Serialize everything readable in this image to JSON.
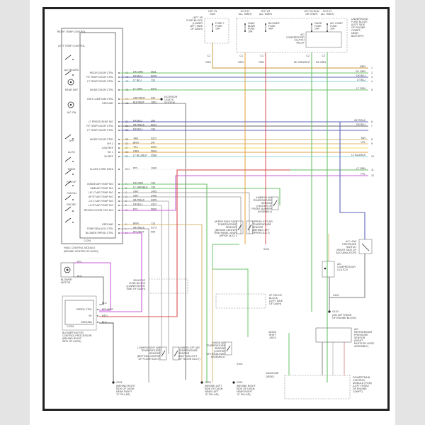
{
  "diagram": {
    "title": "HVAC Wiring Diagram",
    "hvac_module": {
      "label": [
        "HVAC CONTROL MODULE",
        "(BEHIND CENTER OF DASH)"
      ],
      "connector": "C1001",
      "controls": [
        "RIGHT TEMP CONTROL",
        "LEFT TEMP CONTROL",
        "A/C RECIRC",
        "REAR DEF",
        "A/C ON",
        "OFF",
        "AUTO",
        "MODE",
        "FAN UP",
        "FAN DN",
        "RECIRC"
      ],
      "pins_top": [
        {
          "name": "RECIR DOOR CTRL",
          "pin": "A1",
          "wire": "DK GRN",
          "circuit": "5611"
        },
        {
          "name": "RT TEMP DOOR CTRL",
          "pin": "A2",
          "wire": "DK BLU",
          "circuit": "5240"
        },
        {
          "name": "LT TEMP DOOR CTRL",
          "pin": "A3",
          "wire": "LT BLU",
          "circuit": "733"
        },
        {
          "name": "MODE DOOR CTRL",
          "pin": "A5",
          "wire": "LT GRN",
          "circuit": "5370"
        },
        {
          "name": "INST LAMP DIM CTRL",
          "pin": "A7",
          "wire": "GRY/WHT",
          "circuit": "230"
        },
        {
          "name": "GROUND",
          "pin": "A8",
          "wire": "BLK/WHT",
          "circuit": "1851"
        },
        {
          "name": "LT PRESS SENS SIG",
          "pin": "B1",
          "wire": "DK BLU",
          "circuit": "396"
        },
        {
          "name": "RT TEMP DOOR CTRL",
          "pin": "B2",
          "wire": "WHT/BLK",
          "circuit": "5241"
        },
        {
          "name": "LT TEMP DOOR CTRL",
          "pin": "B3",
          "wire": "DK BLU",
          "circuit": "734"
        },
        {
          "name": "MODE DOOR CTRL",
          "pin": "B5",
          "wire": "TAN",
          "circuit": "5372"
        },
        {
          "name": "VHI 2",
          "pin": "B6",
          "wire": "BRN",
          "circuit": "347"
        },
        {
          "name": "LOW REF",
          "pin": "B7",
          "wire": "YEL",
          "circuit": "5393"
        },
        {
          "name": "SH 1",
          "pin": "B8",
          "wire": "ORG",
          "circuit": "5649"
        },
        {
          "name": "5V REF",
          "pin": "B9",
          "wire": "LT BLU/BLK",
          "circuit": "5568"
        },
        {
          "name": "CLASS 2 SER DATA",
          "pin": "B11",
          "wire": "PPL",
          "circuit": "1049"
        }
      ],
      "pins_bottom": [
        {
          "name": "INSIDE AIR TEMP SIG",
          "pin": "A",
          "wire": "DK GRN",
          "circuit": "734"
        },
        {
          "name": "AMB AIR TEMP SIG",
          "pin": "B",
          "wire": "LT GRN/BLK",
          "circuit": "735"
        },
        {
          "name": "UP LT AIR TEMP SIG",
          "pin": "C",
          "wire": "GRY",
          "circuit": "2495"
        },
        {
          "name": "UP RT AIR TEMP SIG",
          "pin": "D",
          "wire": "GRY",
          "circuit": "2496"
        },
        {
          "name": "LO LT AIR TEMP SIG",
          "pin": "E",
          "wire": "WHT/BLK",
          "circuit": "2325"
        },
        {
          "name": "LO RT AIR TEMP SIG",
          "pin": "F",
          "wire": "DK BLU",
          "circuit": "2327"
        },
        {
          "name": "RECIRC DOOR POS SIG",
          "pin": "G",
          "wire": "PPL",
          "circuit": "5690"
        },
        {
          "name": "GROUND",
          "pin": "K",
          "wire": "BRN",
          "circuit": "719"
        },
        {
          "name": "TEMP SEN AGG CTRL",
          "pin": "L",
          "wire": "WHT/BLK",
          "circuit": "5173"
        },
        {
          "name": "BLOWER SPEED CTRL",
          "pin": "M",
          "wire": "PPL/WHT",
          "circuit": "595"
        }
      ]
    },
    "top_fuses": [
      {
        "hot": [
          "HOT IN",
          "RUN"
        ],
        "fuse": [
          "FUSE 7",
          "FUSE",
          "10A"
        ],
        "block": [
          "LEFT I/P",
          "FUSE BLOCK",
          "(LOWER",
          "LEFT SIDE",
          "OF DASH)"
        ],
        "pin": "C2",
        "wire": "ORG"
      },
      {
        "hot": [
          "HOT AT",
          "ALL TIMES"
        ],
        "fuse": [
          "HVAC",
          "BLWR",
          "FUSE",
          "10A"
        ],
        "pin": "C1",
        "wire": "ORG"
      },
      {
        "hot": [
          "HOT AT",
          "ALL TIMES"
        ],
        "fuse": [
          "BLOWER",
          "FUSE",
          "40A"
        ],
        "pin": "C1",
        "wire": "RED"
      },
      {
        "hot": [
          "HOT IN RUN",
          "OR START"
        ],
        "fuse": [
          "GAGE",
          "FUSE",
          "10A"
        ],
        "relay": [
          "A/C",
          "COMPRESSOR",
          "CLUTCH",
          "RELAY"
        ],
        "pin": "C2",
        "wire": "DK GRN/WHT"
      },
      {
        "hot": [
          "HOT AT",
          "ALL TIMES"
        ],
        "fuse": [
          "A/C COMP",
          "FUSE",
          "10A"
        ],
        "pin": "C2",
        "wire": "DK GRN"
      }
    ],
    "underhood_block": [
      "UNDERHOOD",
      "FUSE BLOCK",
      "(LEFT SIDE",
      "OF ENGINE",
      "COMPT,",
      "NEAR",
      "BATTERY)"
    ],
    "exterior_lights": [
      "EXTERIOR",
      "LIGHTS",
      "SYSTEM"
    ],
    "right_edge_wires": [
      {
        "label": "BRN",
        "num": "1"
      },
      {
        "label": "DK GRN",
        "num": "2"
      },
      {
        "label": "DK BLU",
        "num": "3"
      },
      {
        "label": "LT BLU",
        "num": "4"
      },
      {
        "label": "LT GRN",
        "num": "5"
      },
      {
        "label": "WHT/BLK",
        "num": "6"
      },
      {
        "label": "DK BLU",
        "num": "7"
      },
      {
        "label": "TAN",
        "num": "8"
      },
      {
        "label": "YEL",
        "num": "9"
      },
      {
        "label": "LT BLU/BLK",
        "num": "10"
      },
      {
        "label": "LT GRN",
        "num": "11"
      },
      {
        "label": "PPL",
        "num": "12"
      }
    ],
    "blower_motor": {
      "label": [
        "BLOWER",
        "MOTOR"
      ],
      "wire_a": "PPL",
      "wire_b": "BLK"
    },
    "blower_control": {
      "label": [
        "BLOWER MOTOR",
        "CONTROL PROCESSOR",
        "(BEHIND RIGHT",
        "SIDE OF DASH)"
      ],
      "connector": "C1001",
      "pins": [
        "SPEED CTRL",
        "B+",
        "GROUND"
      ],
      "wires": [
        "BLK",
        "PPL/WHT",
        "RED",
        "BLK"
      ]
    },
    "right_ip_block": [
      "RIGHT I/P",
      "FUSE BLOCK",
      "(LOWER RIGHT",
      "SIDE OF DASH)"
    ],
    "ip_splice": [
      "I/P SPLICE",
      "BLOCK",
      "(LEFT SIDE",
      "OF DASH)"
    ],
    "sensors": [
      {
        "label": [
          "AMBIENT AIR",
          "TEMPERATURE",
          "SENSOR",
          "(CENTER OF",
          "FRONT BUMPER",
          "ASSEMBLY)"
        ]
      },
      {
        "label": [
          "UPPER RIGHT AIR",
          "TEMPERATURE",
          "SENSOR",
          "(BEHIND CENTER",
          "TRIM PANEL NEAR",
          "UPPER DUCT)"
        ]
      },
      {
        "label": [
          "UPPER LEFT AIR",
          "TEMPERATURE",
          "SENSOR",
          "(BEHIND LEFT",
          "UPPER DUCT)"
        ]
      },
      {
        "label": [
          "LOWER RIGHT AIR",
          "TEMPERATURE",
          "SENSOR",
          "(BOTTOM CENTER",
          "OF FLOOR DUCT)"
        ]
      },
      {
        "label": [
          "LOWER LEFT AIR",
          "TEMPERATURE",
          "SENSOR",
          "(BOTTOM LEFT",
          "OF FLOOR DUCT)"
        ]
      },
      {
        "label": [
          "INSIDE AIR",
          "TEMPERATURE",
          "SENSOR",
          "(CENTER",
          "OF HEADLINER",
          "ASSEMBLY)"
        ]
      }
    ],
    "ac_pressure_switch": [
      "A/C LOW",
      "PRESSURE",
      "SWITCH",
      "(RIGHT SIDE OF",
      "ACCUMULATOR)"
    ],
    "ac_clutch": [
      "A/C",
      "COMPRESSOR",
      "CLUTCH"
    ],
    "ac_refrig_sensor": [
      "A/C",
      "REFRIGERANT",
      "PRESSURE",
      "SENSOR",
      "(RIGHT",
      "MUFFLER HOSE",
      "ASSEMBLY)"
    ],
    "pcm": [
      "POWERTRAIN",
      "CONTROL",
      "MODULE (PCM)",
      "(LEFT FRONT",
      "OF ENGINE",
      "COMPT)"
    ],
    "pcm_rows": {
      "row1": "GASOLINE",
      "row2": "DIESEL"
    },
    "splice_labels": {
      "s1": "S101",
      "s2": "S102",
      "s3": "S103"
    },
    "grounds": [
      {
        "id": "G201",
        "label": [
          "(BEHIND RIGHT",
          "SIDE OF DASH,",
          "NEAR RIGHT",
          "\"A\" PILLAR)"
        ]
      },
      {
        "id": "G203",
        "label": [
          "(BEHIND LEFT",
          "SIDE OF DASH,",
          "NEAR LEFT",
          "\"A\" PILLAR)"
        ]
      },
      {
        "id": "G201",
        "label": [
          "(BEHIND RIGHT",
          "SIDE OF DASH,",
          "NEAR RIGHT",
          "\"A\" PILLAR)"
        ]
      },
      {
        "id": "G104",
        "label": [
          "(ON LEFT REAR",
          "OF ENGINE BLOCK)"
        ]
      }
    ],
    "mode_shift_label": [
      "MODE",
      "SHIFT",
      "ASSY"
    ],
    "colors": {
      "border": "#222222",
      "page_bg": "#e4e4e4",
      "wire_green": "#6cc36a",
      "wire_blue": "#5b64b8",
      "wire_lightblue": "#8fd4dc",
      "wire_tan": "#d8b878",
      "wire_yellow": "#eee060",
      "wire_red": "#d85050",
      "wire_purple": "#c860d8",
      "wire_gray": "#666666",
      "wire_orange": "#e0a040"
    }
  }
}
